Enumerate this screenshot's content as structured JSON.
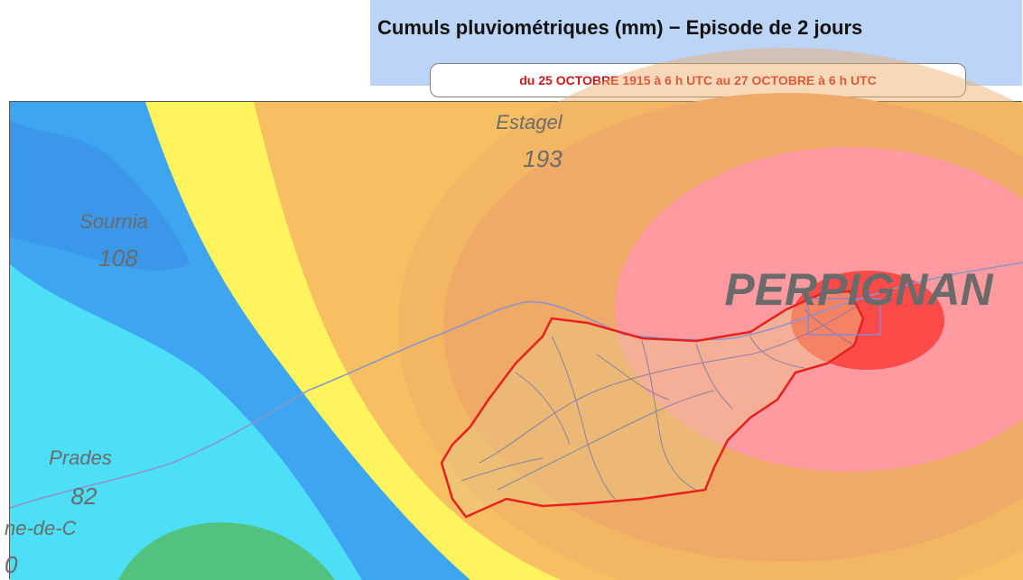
{
  "header": {
    "title": "Cumuls pluviométriques (mm) − Episode de 2 jours",
    "period": "du 25 OCTOBRE 1915 à 6 h UTC au 27 OCTOBRE à 6 h UTC"
  },
  "stations": [
    {
      "name": "Estagel",
      "value": "193"
    },
    {
      "name": "Sournia",
      "value": "108"
    },
    {
      "name": "Prades",
      "value": "82"
    },
    {
      "name": "ne-de-C",
      "value": "0"
    }
  ],
  "city": {
    "name": "PERPIGNAN"
  },
  "colors": {
    "heavy": "#ff4a4a",
    "high": "#ff9aa0",
    "mid_high": "#eeaa66",
    "mid": "#f8bf62",
    "low_mid": "#fff45e",
    "low": "#3ea6f0",
    "very_low": "#4ddef8",
    "lowest": "#52c37e",
    "catchment": "#e8201e",
    "rivers": "#6b6bb0",
    "border": "#8e94c8"
  }
}
